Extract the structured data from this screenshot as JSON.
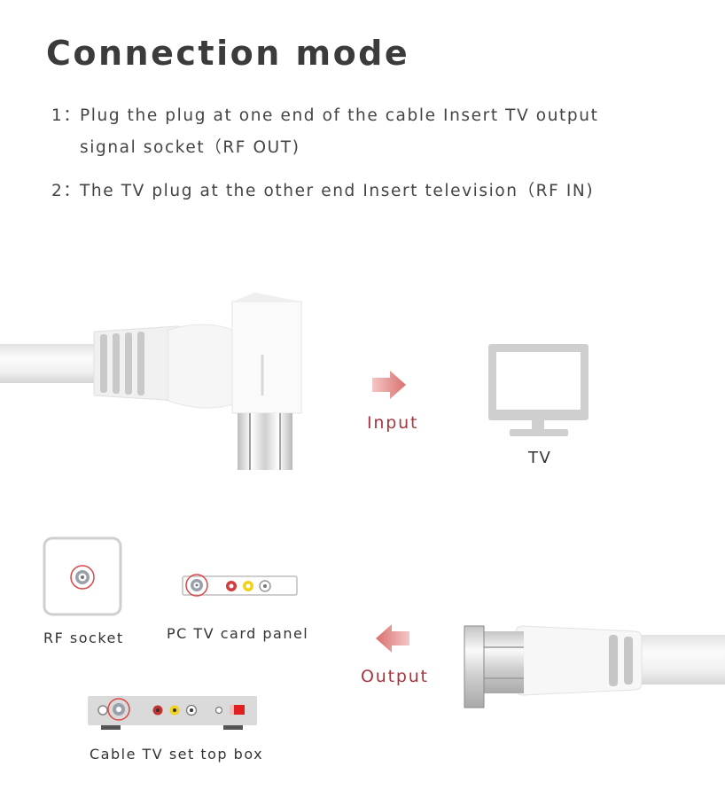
{
  "title": "Connection mode",
  "steps": [
    {
      "num": "1：",
      "line1": "Plug the plug at one end of the cable Insert TV output",
      "line2": "signal socket（RF OUT)"
    },
    {
      "num": "2：",
      "line1": "The TV plug at the other end Insert television（RF IN)"
    }
  ],
  "labels": {
    "input": "Input",
    "tv": "TV",
    "output": "Output",
    "rf_socket": "RF socket",
    "pc_panel": "PC TV card panel",
    "settop_box": "Cable TV set top box"
  },
  "colors": {
    "accent_red": "#a8353f",
    "arrow_red": "#d9706f",
    "cable_white": "#f4f4f4",
    "grey": "#c8c8c8"
  },
  "icons": [
    "right-arrow-icon",
    "left-arrow-icon",
    "tv-monitor-icon",
    "coax-socket-icon",
    "rca-red-jack-icon",
    "rca-yellow-jack-icon",
    "rca-white-jack-icon"
  ]
}
